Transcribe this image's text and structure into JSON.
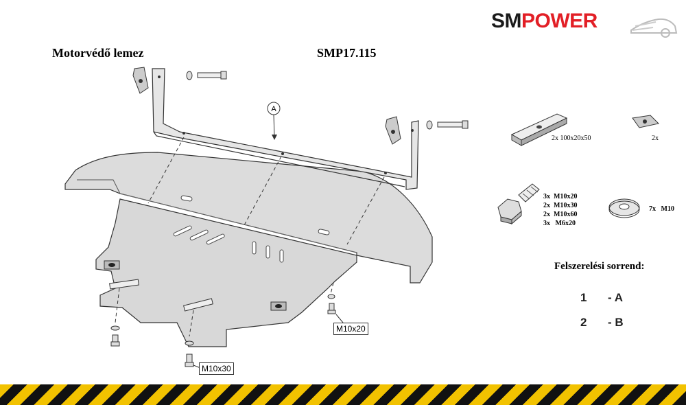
{
  "header": {
    "title": "Motorvédő lemez",
    "code": "SMP17.115"
  },
  "logo": {
    "part1": "SM",
    "part2": "POWER",
    "color_dark": "#1a1a1a",
    "color_red": "#e21f26"
  },
  "diagram": {
    "callout_a": "A",
    "bolt_label_right": "M10x20",
    "bolt_label_bottom": "M10x30"
  },
  "parts": {
    "plate_label": "2x 100x20x50",
    "clip_label": "2x",
    "bolts": [
      "3x  M10x20",
      "2x  M10x30",
      "2x  M10x60",
      "3x   M6x20"
    ],
    "washer_label": "7x   M10"
  },
  "sequence": {
    "title": "Felszerelési sorrend:",
    "steps": [
      {
        "num": "1",
        "part": "- A"
      },
      {
        "num": "2",
        "part": "- B"
      }
    ]
  },
  "colors": {
    "plate_fill": "#d9d9d9",
    "stroke": "#333333",
    "hazard_yellow": "#f2c200",
    "hazard_black": "#111111"
  }
}
